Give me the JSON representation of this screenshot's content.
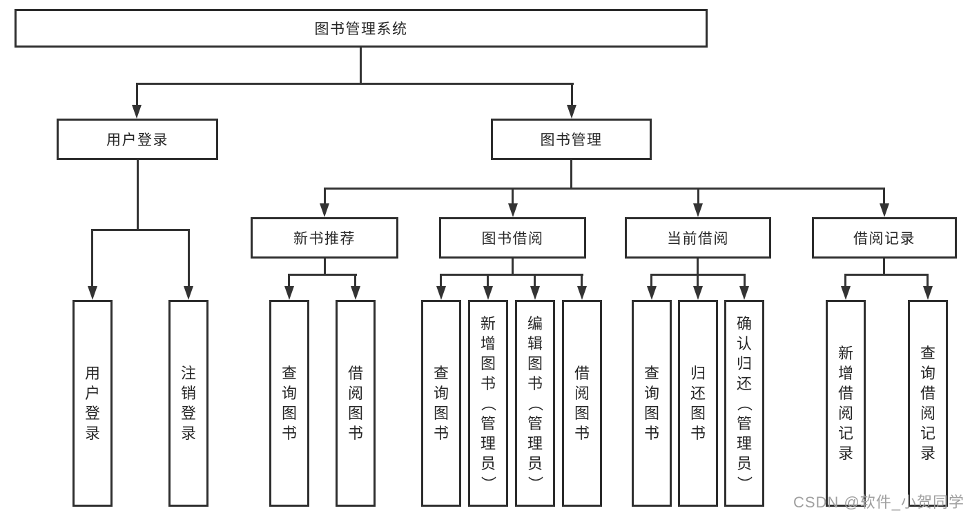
{
  "root": {
    "label": "图书管理系统"
  },
  "level2": [
    {
      "label": "用户登录"
    },
    {
      "label": "图书管理"
    }
  ],
  "level3": [
    {
      "label": "新书推荐"
    },
    {
      "label": "图书借阅"
    },
    {
      "label": "当前借阅"
    },
    {
      "label": "借阅记录"
    }
  ],
  "leaves": [
    {
      "label": "用户登录"
    },
    {
      "label": "注销登录"
    },
    {
      "label": "查询图书"
    },
    {
      "label": "借阅图书"
    },
    {
      "label": "查询图书"
    },
    {
      "label": "新增图书（管理员）"
    },
    {
      "label": "编辑图书（管理员）"
    },
    {
      "label": "借阅图书"
    },
    {
      "label": "查询图书"
    },
    {
      "label": "归还图书"
    },
    {
      "label": "确认归还（管理员）"
    },
    {
      "label": "新增借阅记录"
    },
    {
      "label": "查询借阅记录"
    }
  ],
  "watermark": "CSDN @软件_小贺同学",
  "colors": {
    "line": "#333333",
    "border": "#2e2e2e",
    "text": "#262626",
    "watermark": "#a0a0a0",
    "background": "#ffffff"
  }
}
